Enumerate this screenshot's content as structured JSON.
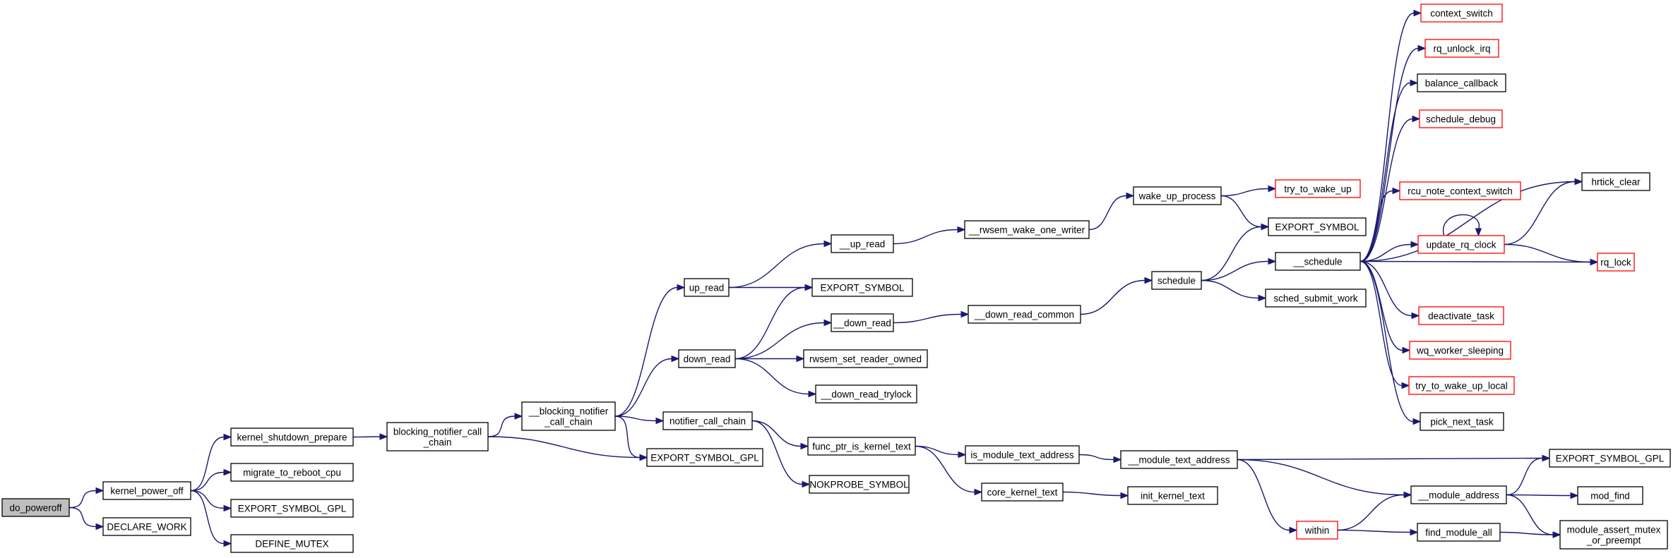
{
  "colors": {
    "edge": "#191970",
    "node_border": "#000000",
    "node_border_incomplete": "#ff0000",
    "root_fill": "#bfbfbf",
    "node_fill": "#ffffff"
  },
  "nodes": [
    {
      "id": "do_poweroff",
      "label": [
        "do_poweroff"
      ],
      "root": true
    },
    {
      "id": "kernel_power_off",
      "label": [
        "kernel_power_off"
      ]
    },
    {
      "id": "declare_work",
      "label": [
        "DECLARE_WORK"
      ]
    },
    {
      "id": "kernel_shutdown_prepare",
      "label": [
        "kernel_shutdown_prepare"
      ]
    },
    {
      "id": "migrate_to_reboot_cpu",
      "label": [
        "migrate_to_reboot_cpu"
      ]
    },
    {
      "id": "export_symbol_gpl_1",
      "label": [
        "EXPORT_SYMBOL_GPL"
      ]
    },
    {
      "id": "define_mutex",
      "label": [
        "DEFINE_MUTEX"
      ]
    },
    {
      "id": "blocking_notifier_call_chain",
      "label": [
        "blocking_notifier_call",
        "_chain"
      ]
    },
    {
      "id": "__blocking_notifier_call_chain",
      "label": [
        "__blocking_notifier",
        "_call_chain"
      ]
    },
    {
      "id": "export_symbol_gpl_2",
      "label": [
        "EXPORT_SYMBOL_GPL"
      ]
    },
    {
      "id": "up_read",
      "label": [
        "up_read"
      ]
    },
    {
      "id": "down_read",
      "label": [
        "down_read"
      ]
    },
    {
      "id": "notifier_call_chain",
      "label": [
        "notifier_call_chain"
      ]
    },
    {
      "id": "__up_read",
      "label": [
        "__up_read"
      ]
    },
    {
      "id": "export_symbol_1",
      "label": [
        "EXPORT_SYMBOL"
      ]
    },
    {
      "id": "__down_read",
      "label": [
        "__down_read"
      ]
    },
    {
      "id": "rwsem_set_reader_owned",
      "label": [
        "rwsem_set_reader_owned"
      ]
    },
    {
      "id": "__down_read_trylock",
      "label": [
        "__down_read_trylock"
      ]
    },
    {
      "id": "func_ptr_is_kernel_text",
      "label": [
        "func_ptr_is_kernel_text"
      ]
    },
    {
      "id": "nokprobe_symbol",
      "label": [
        "NOKPROBE_SYMBOL"
      ]
    },
    {
      "id": "__rwsem_wake_one_writer",
      "label": [
        "__rwsem_wake_one_writer"
      ]
    },
    {
      "id": "__down_read_common",
      "label": [
        "__down_read_common"
      ]
    },
    {
      "id": "is_module_text_address",
      "label": [
        "is_module_text_address"
      ]
    },
    {
      "id": "core_kernel_text",
      "label": [
        "core_kernel_text"
      ]
    },
    {
      "id": "wake_up_process",
      "label": [
        "wake_up_process"
      ]
    },
    {
      "id": "schedule",
      "label": [
        "schedule"
      ]
    },
    {
      "id": "__module_text_address",
      "label": [
        "__module_text_address"
      ]
    },
    {
      "id": "init_kernel_text",
      "label": [
        "init_kernel_text"
      ]
    },
    {
      "id": "try_to_wake_up",
      "label": [
        "try_to_wake_up"
      ],
      "incomplete": true
    },
    {
      "id": "export_symbol_2",
      "label": [
        "EXPORT_SYMBOL"
      ]
    },
    {
      "id": "__schedule",
      "label": [
        "__schedule"
      ]
    },
    {
      "id": "sched_submit_work",
      "label": [
        "sched_submit_work"
      ]
    },
    {
      "id": "within",
      "label": [
        "within"
      ],
      "incomplete": true
    },
    {
      "id": "__module_address",
      "label": [
        "__module_address"
      ]
    },
    {
      "id": "find_module_all",
      "label": [
        "find_module_all"
      ]
    },
    {
      "id": "context_switch",
      "label": [
        "context_switch"
      ],
      "incomplete": true
    },
    {
      "id": "rq_unlock_irq",
      "label": [
        "rq_unlock_irq"
      ],
      "incomplete": true
    },
    {
      "id": "balance_callback",
      "label": [
        "balance_callback"
      ]
    },
    {
      "id": "schedule_debug",
      "label": [
        "schedule_debug"
      ],
      "incomplete": true
    },
    {
      "id": "rcu_note_context_switch",
      "label": [
        "rcu_note_context_switch"
      ],
      "incomplete": true
    },
    {
      "id": "update_rq_clock",
      "label": [
        "update_rq_clock"
      ],
      "incomplete": true
    },
    {
      "id": "deactivate_task",
      "label": [
        "deactivate_task"
      ],
      "incomplete": true
    },
    {
      "id": "wq_worker_sleeping",
      "label": [
        "wq_worker_sleeping"
      ],
      "incomplete": true
    },
    {
      "id": "try_to_wake_up_local",
      "label": [
        "try_to_wake_up_local"
      ],
      "incomplete": true
    },
    {
      "id": "pick_next_task",
      "label": [
        "pick_next_task"
      ]
    },
    {
      "id": "hrtick_clear",
      "label": [
        "hrtick_clear"
      ]
    },
    {
      "id": "rq_lock",
      "label": [
        "rq_lock"
      ],
      "incomplete": true
    },
    {
      "id": "export_symbol_gpl_3",
      "label": [
        "EXPORT_SYMBOL_GPL"
      ]
    },
    {
      "id": "mod_find",
      "label": [
        "mod_find"
      ]
    },
    {
      "id": "module_assert_mutex_or_preempt",
      "label": [
        "module_assert_mutex",
        "_or_preempt"
      ]
    }
  ],
  "edges": [
    [
      "do_poweroff",
      "kernel_power_off"
    ],
    [
      "do_poweroff",
      "declare_work"
    ],
    [
      "kernel_power_off",
      "kernel_shutdown_prepare"
    ],
    [
      "kernel_power_off",
      "migrate_to_reboot_cpu"
    ],
    [
      "kernel_power_off",
      "export_symbol_gpl_1"
    ],
    [
      "kernel_power_off",
      "define_mutex"
    ],
    [
      "kernel_shutdown_prepare",
      "blocking_notifier_call_chain"
    ],
    [
      "blocking_notifier_call_chain",
      "__blocking_notifier_call_chain"
    ],
    [
      "blocking_notifier_call_chain",
      "export_symbol_gpl_2"
    ],
    [
      "__blocking_notifier_call_chain",
      "up_read"
    ],
    [
      "__blocking_notifier_call_chain",
      "down_read"
    ],
    [
      "__blocking_notifier_call_chain",
      "notifier_call_chain"
    ],
    [
      "__blocking_notifier_call_chain",
      "export_symbol_gpl_2"
    ],
    [
      "up_read",
      "__up_read"
    ],
    [
      "up_read",
      "export_symbol_1"
    ],
    [
      "down_read",
      "export_symbol_1"
    ],
    [
      "down_read",
      "__down_read"
    ],
    [
      "down_read",
      "rwsem_set_reader_owned"
    ],
    [
      "down_read",
      "__down_read_trylock"
    ],
    [
      "notifier_call_chain",
      "func_ptr_is_kernel_text"
    ],
    [
      "notifier_call_chain",
      "nokprobe_symbol"
    ],
    [
      "__up_read",
      "__rwsem_wake_one_writer"
    ],
    [
      "__down_read",
      "__down_read_common"
    ],
    [
      "func_ptr_is_kernel_text",
      "is_module_text_address"
    ],
    [
      "func_ptr_is_kernel_text",
      "core_kernel_text"
    ],
    [
      "__rwsem_wake_one_writer",
      "wake_up_process"
    ],
    [
      "__down_read_common",
      "schedule"
    ],
    [
      "is_module_text_address",
      "__module_text_address"
    ],
    [
      "core_kernel_text",
      "init_kernel_text"
    ],
    [
      "wake_up_process",
      "try_to_wake_up"
    ],
    [
      "wake_up_process",
      "export_symbol_2"
    ],
    [
      "schedule",
      "export_symbol_2"
    ],
    [
      "schedule",
      "__schedule"
    ],
    [
      "schedule",
      "sched_submit_work"
    ],
    [
      "__module_text_address",
      "export_symbol_gpl_3"
    ],
    [
      "__module_text_address",
      "__module_address"
    ],
    [
      "__module_text_address",
      "within"
    ],
    [
      "within",
      "__module_address"
    ],
    [
      "within",
      "find_module_all"
    ],
    [
      "__module_address",
      "export_symbol_gpl_3"
    ],
    [
      "__module_address",
      "mod_find"
    ],
    [
      "__module_address",
      "module_assert_mutex_or_preempt"
    ],
    [
      "find_module_all",
      "module_assert_mutex_or_preempt"
    ],
    [
      "__schedule",
      "context_switch"
    ],
    [
      "__schedule",
      "rq_unlock_irq"
    ],
    [
      "__schedule",
      "balance_callback"
    ],
    [
      "__schedule",
      "schedule_debug"
    ],
    [
      "__schedule",
      "hrtick_clear"
    ],
    [
      "__schedule",
      "rcu_note_context_switch"
    ],
    [
      "__schedule",
      "update_rq_clock"
    ],
    [
      "__schedule",
      "rq_lock"
    ],
    [
      "__schedule",
      "deactivate_task"
    ],
    [
      "__schedule",
      "wq_worker_sleeping"
    ],
    [
      "__schedule",
      "try_to_wake_up_local"
    ],
    [
      "__schedule",
      "pick_next_task"
    ],
    [
      "update_rq_clock",
      "update_rq_clock"
    ],
    [
      "update_rq_clock",
      "hrtick_clear"
    ],
    [
      "update_rq_clock",
      "rq_lock"
    ]
  ]
}
